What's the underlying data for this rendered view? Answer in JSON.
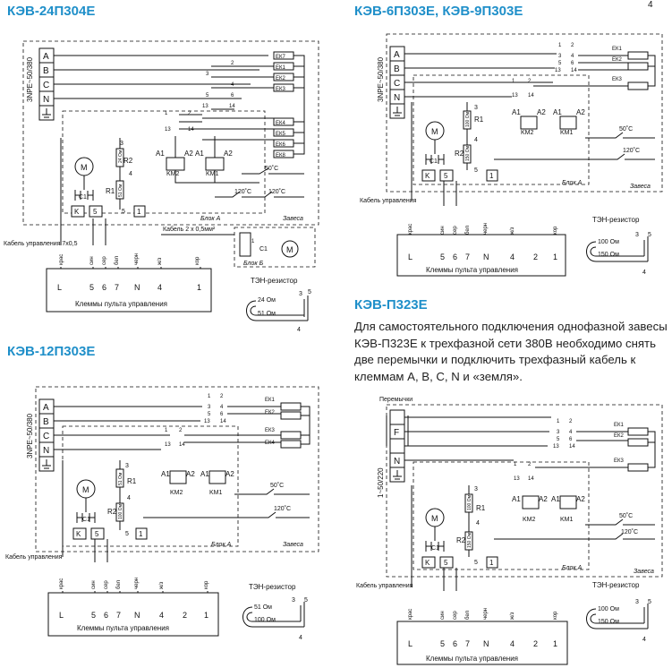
{
  "page_number": "4",
  "d1": {
    "title": "КЭВ-24П304Е",
    "phases": [
      "A",
      "B",
      "C",
      "N"
    ],
    "supply": "3NPE~50/380",
    "heaters": [
      "ЕК7",
      "ЕК1",
      "ЕК2",
      "ЕК3",
      "ЕК4",
      "ЕК5",
      "ЕК6",
      "ЕК8"
    ],
    "relay_a": "KM2",
    "relay_b": "KM1",
    "a1": "A1",
    "a2": "A2",
    "motor": "M",
    "cap": "C1",
    "r1": "R1",
    "r2": "R2",
    "r1_val": "51 Ом",
    "r2_val": "24 Ом",
    "t1": "50˚C",
    "t2": "120˚C",
    "t3": "120˚C",
    "block_a": "Блок А",
    "curtain": "Завеса",
    "block_b": "Блок Б",
    "cable2": "Кабель 2 х 0,5мм²",
    "cable_ctrl": "Кабель управления 7х0,5",
    "k": "K",
    "five": "5",
    "one": "1",
    "three": "3",
    "four": "4",
    "wires": [
      "крас",
      "син",
      "сер",
      "бел",
      "черн",
      "ж/з",
      "кор"
    ],
    "terminals": [
      "L",
      "5",
      "6",
      "7",
      "N",
      "4",
      "1"
    ],
    "panel": "Клеммы пульта управления",
    "resistor_title": "ТЭН-резистор",
    "res_a": "24 Ом",
    "res_b": "51 Ом",
    "res_nums": [
      "3",
      "5",
      "4"
    ],
    "switch_nums": [
      "1",
      "2",
      "3",
      "4",
      "5",
      "6",
      "13",
      "14"
    ]
  },
  "d2": {
    "title": "КЭВ-6П303Е, КЭВ-9П303Е",
    "phases": [
      "A",
      "B",
      "C",
      "N"
    ],
    "supply": "3NPE~50/380",
    "heaters": [
      "ЕК1",
      "ЕК2",
      "ЕК3"
    ],
    "relay_a": "KM2",
    "relay_b": "KM1",
    "a1": "A1",
    "a2": "A2",
    "motor": "M",
    "cap": "C1",
    "r1": "R1",
    "r2": "R2",
    "r1_val": "100 Ом",
    "r2_val": "150 Ом",
    "t1": "50˚C",
    "t2": "120˚C",
    "block_a": "Блок А",
    "curtain": "Завеса",
    "cable_ctrl": "Кабель управления",
    "k": "K",
    "five": "5",
    "one": "1",
    "three": "3",
    "four": "4",
    "wires": [
      "крас",
      "син",
      "сер",
      "бел",
      "черн",
      "ж/з",
      "кор"
    ],
    "terminals": [
      "L",
      "5",
      "6",
      "7",
      "N",
      "4",
      "2",
      "1"
    ],
    "panel": "Клеммы пульта управления",
    "resistor_title": "ТЭН-резистор",
    "res_a": "100 Ом",
    "res_b": "150 Ом",
    "res_nums": [
      "3",
      "5",
      "4"
    ],
    "switch_nums": [
      "1",
      "2",
      "3",
      "4",
      "5",
      "6",
      "13",
      "14"
    ]
  },
  "d3": {
    "title": "КЭВ-12П303Е",
    "phases": [
      "A",
      "B",
      "C",
      "N"
    ],
    "supply": "3NPE~50/380",
    "heaters": [
      "ЕК1",
      "ЕК2",
      "ЕК3",
      "ЕК4"
    ],
    "relay_a": "KM2",
    "relay_b": "KM1",
    "a1": "A1",
    "a2": "A2",
    "motor": "M",
    "cap": "C1",
    "r1": "R1",
    "r2": "R2",
    "r1_val": "51 Ом",
    "r2_val": "100 Ом",
    "t1": "50˚C",
    "t2": "120˚C",
    "block_a": "Блок А",
    "curtain": "Завеса",
    "cable_ctrl": "Кабель управления",
    "k": "K",
    "five": "5",
    "one": "1",
    "three": "3",
    "four": "4",
    "wires": [
      "крас",
      "син",
      "сер",
      "бел",
      "черн",
      "ж/з",
      "кор"
    ],
    "terminals": [
      "L",
      "5",
      "6",
      "7",
      "N",
      "4",
      "2",
      "1"
    ],
    "panel": "Клеммы пульта управления",
    "resistor_title": "ТЭН-резистор",
    "res_a": "51 Ом",
    "res_b": "100 Ом",
    "res_nums": [
      "3",
      "5",
      "4"
    ],
    "switch_nums": [
      "1",
      "2",
      "3",
      "4",
      "5",
      "6",
      "13",
      "14"
    ]
  },
  "d4": {
    "title": "КЭВ-П323Е",
    "note": "Для самостоятельного подключения однофазной завесы КЭВ-П323Е к трехфазной сети 380В необходимо снять две перемычки и подключить трехфазный кабель к клеммам A, B, C, N и «земля».",
    "jumpers": "Перемычки",
    "phases": [
      "F",
      "N"
    ],
    "supply": "1~50/220",
    "heaters": [
      "ЕК1",
      "ЕК2",
      "ЕК3"
    ],
    "relay_a": "KM2",
    "relay_b": "KM1",
    "a1": "A1",
    "a2": "A2",
    "motor": "M",
    "cap": "C1",
    "r1": "R1",
    "r2": "R2",
    "r1_val": "100 Ом",
    "r2_val": "150 Ом",
    "t1": "50˚C",
    "t2": "120˚C",
    "block_a": "Блок А",
    "curtain": "Завеса",
    "cable_ctrl": "Кабель управления",
    "k": "K",
    "five": "5",
    "one": "1",
    "three": "3",
    "four": "4",
    "wires": [
      "крас",
      "син",
      "сер",
      "бел",
      "черн",
      "ж/з",
      "кор"
    ],
    "terminals": [
      "L",
      "5",
      "6",
      "7",
      "N",
      "4",
      "2",
      "1"
    ],
    "panel": "Клеммы пульта управления",
    "resistor_title": "ТЭН-резистор",
    "res_a": "100 Ом",
    "res_b": "150 Ом",
    "res_nums": [
      "3",
      "5",
      "4"
    ],
    "switch_nums": [
      "1",
      "2",
      "3",
      "4",
      "5",
      "6",
      "13",
      "14"
    ]
  }
}
